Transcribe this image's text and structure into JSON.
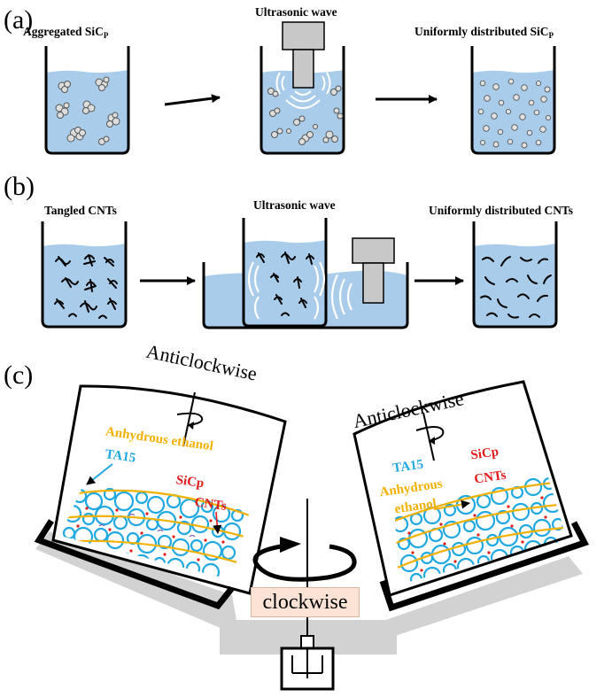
{
  "panel_a": {
    "label": "(a)",
    "left_caption": "Aggregated SiC",
    "left_caption_sub": "P",
    "middle_caption": "Ultrasonic wave",
    "right_caption": "Uniformly distributed SiC",
    "right_caption_sub": "P"
  },
  "panel_b": {
    "label": "(b)",
    "left_caption": "Tangled CNTs",
    "middle_caption": "Ultrasonic wave",
    "right_caption": "Uniformly distributed CNTs"
  },
  "panel_c": {
    "label": "(c)",
    "left_jar_rotation": "Anticlockwise",
    "right_jar_rotation": "Anticlockwise",
    "center_rotation": "clockwise",
    "left_labels": {
      "ethanol": "Anhydrous ethanol",
      "ta15": "TA15",
      "sicp": "SiCp",
      "cnts": "CNTs"
    },
    "right_labels": {
      "ta15": "TA15",
      "ethanol_line1": "Anhydrous",
      "ethanol_line2": "ethanol",
      "sicp": "SiCp",
      "cnts": "CNTs"
    }
  },
  "colors": {
    "liquid": "#a9ccea",
    "powder_outline": "#20a8e0",
    "ethanol_line": "#f2b000",
    "label_red": "#e21b1b",
    "platform": "#d2d2d2",
    "clockwise_box": "#fce3d6"
  }
}
